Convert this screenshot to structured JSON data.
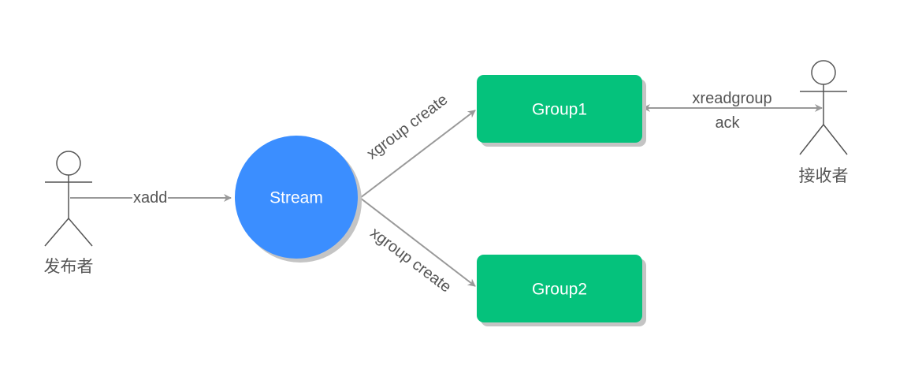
{
  "colors": {
    "stream": "#3b8eff",
    "group": "#05c27c",
    "edge": "#999999",
    "label": "#555555",
    "shadow": "#c4c4c4"
  },
  "actors": {
    "publisher": {
      "label": "发布者",
      "icon": "stick-figure-icon"
    },
    "receiver": {
      "label": "接收者",
      "icon": "stick-figure-icon"
    }
  },
  "nodes": {
    "stream": {
      "label": "Stream"
    },
    "group1": {
      "label": "Group1"
    },
    "group2": {
      "label": "Group2"
    }
  },
  "edges": {
    "publisher_to_stream": {
      "label": "xadd"
    },
    "stream_to_group1": {
      "label": "xgroup create"
    },
    "stream_to_group2": {
      "label": "xgroup create"
    },
    "group1_receiver": {
      "label_top": "xreadgroup",
      "label_bottom": "ack"
    }
  }
}
